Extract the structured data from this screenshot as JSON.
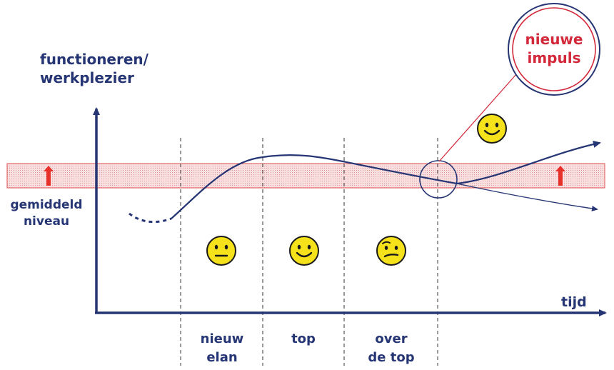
{
  "axes": {
    "y_label_line1": "functioneren/",
    "y_label_line2": "werkplezier",
    "x_label": "tijd"
  },
  "band": {
    "label_line1": "gemiddeld",
    "label_line2": "niveau"
  },
  "phases": [
    {
      "line1": "nieuw",
      "line2": "elan",
      "mood": "neutral"
    },
    {
      "line1": "top",
      "line2": "",
      "mood": "happy"
    },
    {
      "line1": "over",
      "line2": "de top",
      "mood": "doubtful"
    }
  ],
  "callout": {
    "line1": "nieuwe",
    "line2": "impuls",
    "result_mood": "happy"
  },
  "colors": {
    "navy": "#263574",
    "red": "#d3283a",
    "band_fill": "#f6d9d9",
    "smiley_yellow": "#f5e21b"
  }
}
